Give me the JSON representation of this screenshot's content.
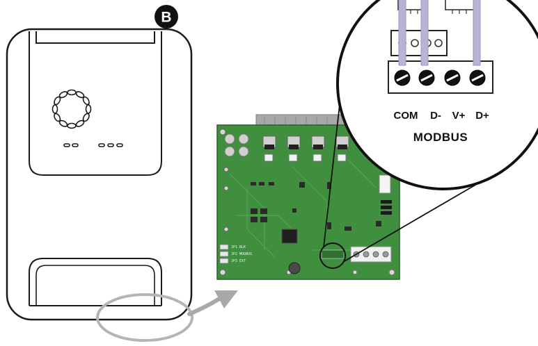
{
  "badge": {
    "letter": "B"
  },
  "connector": {
    "terminals": [
      "COM",
      "D-",
      "V+",
      "D+"
    ],
    "bus_name": "MODBUS"
  },
  "colors": {
    "outline": "#1a1a1a",
    "pcb_green": "#3f8f3f",
    "pcb_dark": "#2f6f30",
    "heatsink": "#a8a8a8",
    "highlight_grey": "#b5b5b5",
    "wire_purple": "#b9b3d6",
    "badge_fill": "#111111"
  },
  "icons": {
    "badge": "letter-b-badge-icon",
    "arrow": "pointer-arrow-icon",
    "screw": "screw-terminal-icon"
  }
}
